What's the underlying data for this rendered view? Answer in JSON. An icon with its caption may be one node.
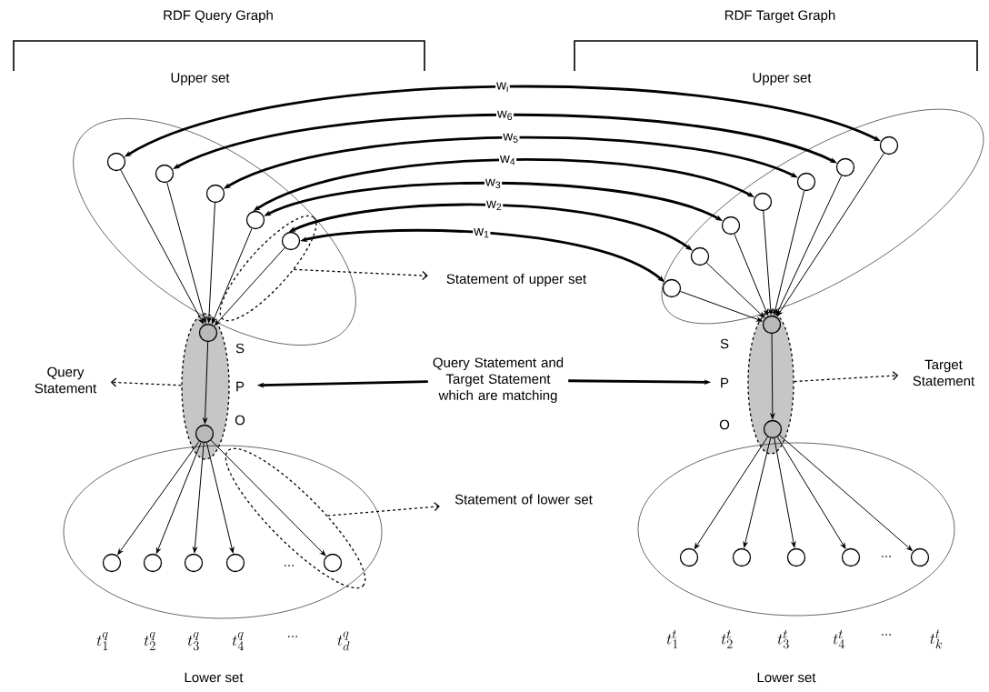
{
  "diagram": {
    "nodes": [
      {
        "text": [],
        "shape": "ellipse"
      },
      {
        "text": [],
        "shape": "circle",
        "in": 0
      },
      {
        "text": [],
        "shape": "circle",
        "in": 0
      },
      {
        "text": [],
        "shape": "circle",
        "in": 0
      },
      {
        "text": [],
        "shape": "circle",
        "in": 0
      },
      {
        "text": [],
        "shape": "circle",
        "in": 6
      },
      {
        "text": [],
        "shape": "ellipse",
        "in": 0
      },
      {
        "text": [],
        "shape": "ellipse"
      },
      {
        "text": [],
        "shape": "circle",
        "in": 7
      },
      {
        "text": [],
        "shape": "circle",
        "in": 7
      },
      {
        "text": [],
        "shape": "ellipse"
      },
      {
        "text": [],
        "shape": "ellipse",
        "in": 10
      },
      {
        "text": [],
        "shape": "circle",
        "in": 10
      },
      {
        "text": [],
        "shape": "circle",
        "in": 10
      },
      {
        "text": [],
        "shape": "circle",
        "in": 10
      },
      {
        "text": [],
        "shape": "circle",
        "in": 10
      },
      {
        "text": [],
        "shape": "circle",
        "in": 11
      },
      {
        "text": [],
        "shape": "ellipse"
      },
      {
        "text": [],
        "shape": "circle",
        "in": 17
      },
      {
        "text": [],
        "shape": "circle",
        "in": 17
      },
      {
        "text": [],
        "shape": "circle",
        "in": 17
      },
      {
        "text": [],
        "shape": "circle",
        "in": 17
      },
      {
        "text": [],
        "shape": "circle",
        "in": 17
      },
      {
        "text": [],
        "shape": "circle",
        "in": 17
      },
      {
        "text": [],
        "shape": "circle",
        "in": 17
      },
      {
        "text": [],
        "shape": "ellipse"
      },
      {
        "text": [],
        "shape": "circle",
        "in": 25
      },
      {
        "text": [],
        "shape": "circle",
        "in": 25
      },
      {
        "text": [],
        "shape": "ellipse"
      },
      {
        "text": [],
        "shape": "circle",
        "in": 28
      },
      {
        "text": [],
        "shape": "circle",
        "in": 28
      },
      {
        "text": [],
        "shape": "circle",
        "in": 28
      },
      {
        "text": [],
        "shape": "circle",
        "in": 28
      },
      {
        "text": [],
        "shape": "circle",
        "in": 28
      },
      {
        "text": [
          "Query Statement"
        ]
      },
      {
        "text": [
          "Statement of upper set"
        ]
      },
      {
        "text": [
          "Query Statement and Target Statement which are matching"
        ]
      },
      {
        "text": [
          "Statement of lower set"
        ]
      },
      {
        "text": [
          "Target Statement"
        ]
      }
    ],
    "edges": [
      {
        "from": 1,
        "to": 24,
        "arrow": "both",
        "label": "w$_{i}$",
        "style": "thick"
      },
      {
        "from": 2,
        "to": 23,
        "arrow": "both",
        "label": "w$_{6}$",
        "style": "thick"
      },
      {
        "from": 3,
        "to": 22,
        "arrow": "both",
        "label": "w$_{5}$",
        "style": "thick"
      },
      {
        "from": 4,
        "to": 21,
        "arrow": "both",
        "label": "w$_{4}$",
        "style": "thick"
      },
      {
        "from": 4,
        "to": 20,
        "arrow": "both",
        "label": "w$_{3}$",
        "style": "thick"
      },
      {
        "from": 5,
        "to": 19,
        "arrow": "both",
        "label": "w$_{2}$",
        "style": "thick"
      },
      {
        "from": 5,
        "to": 18,
        "arrow": "both",
        "label": "w$_{1}$",
        "style": "thick"
      },
      {
        "from": 1,
        "to": 8,
        "arrow": "to"
      },
      {
        "from": 2,
        "to": 8,
        "arrow": "to"
      },
      {
        "from": 3,
        "to": 8,
        "arrow": "to"
      },
      {
        "from": 4,
        "to": 8,
        "arrow": "to"
      },
      {
        "from": 5,
        "to": 8,
        "arrow": "to"
      },
      {
        "from": 8,
        "to": 9,
        "arrow": "to"
      },
      {
        "from": 9,
        "to": 12,
        "arrow": "to"
      },
      {
        "from": 9,
        "to": 13,
        "arrow": "to"
      },
      {
        "from": 9,
        "to": 14,
        "arrow": "to"
      },
      {
        "from": 9,
        "to": 15,
        "arrow": "to"
      },
      {
        "from": 9,
        "to": 16,
        "arrow": "to"
      },
      {
        "from": 18,
        "to": 26,
        "arrow": "to"
      },
      {
        "from": 19,
        "to": 26,
        "arrow": "to"
      },
      {
        "from": 20,
        "to": 26,
        "arrow": "to"
      },
      {
        "from": 21,
        "to": 26,
        "arrow": "to"
      },
      {
        "from": 22,
        "to": 26,
        "arrow": "to"
      },
      {
        "from": 23,
        "to": 26,
        "arrow": "to"
      },
      {
        "from": 24,
        "to": 26,
        "arrow": "to"
      },
      {
        "from": 26,
        "to": 27,
        "arrow": "to"
      },
      {
        "from": 27,
        "to": 29,
        "arrow": "to"
      },
      {
        "from": 27,
        "to": 30,
        "arrow": "to"
      },
      {
        "from": 27,
        "to": 31,
        "arrow": "to"
      },
      {
        "from": 27,
        "to": 32,
        "arrow": "to"
      },
      {
        "from": 27,
        "to": 33,
        "arrow": "to"
      },
      {
        "from": 6,
        "to": 35,
        "arrow": "to",
        "style": "dashed"
      },
      {
        "from": 11,
        "to": 37,
        "arrow": "to",
        "style": "dashed"
      },
      {
        "from": 7,
        "to": 34,
        "arrow": "to",
        "style": "dashed"
      },
      {
        "from": 25,
        "to": 38,
        "arrow": "to",
        "style": "dashed"
      },
      {
        "from": 36,
        "to": 7,
        "arrow": "to",
        "style": "thick"
      },
      {
        "from": 36,
        "to": 25,
        "arrow": "to",
        "style": "thick"
      }
    ],
    "labels": [
      "RDF Query Graph",
      "RDF Target Graph",
      "Upper set",
      "Upper set",
      "S",
      "S",
      "P",
      "P",
      "O",
      "O",
      "...",
      "...",
      "t_1^q",
      "t_2^q",
      "t_3^q",
      "t_4^q",
      "...",
      "t_d^q",
      "t_1^t",
      "t_2^t",
      "t_3^t",
      "t_4^t",
      "...",
      "t_k^t",
      "Lower set",
      "Lower set"
    ]
  }
}
